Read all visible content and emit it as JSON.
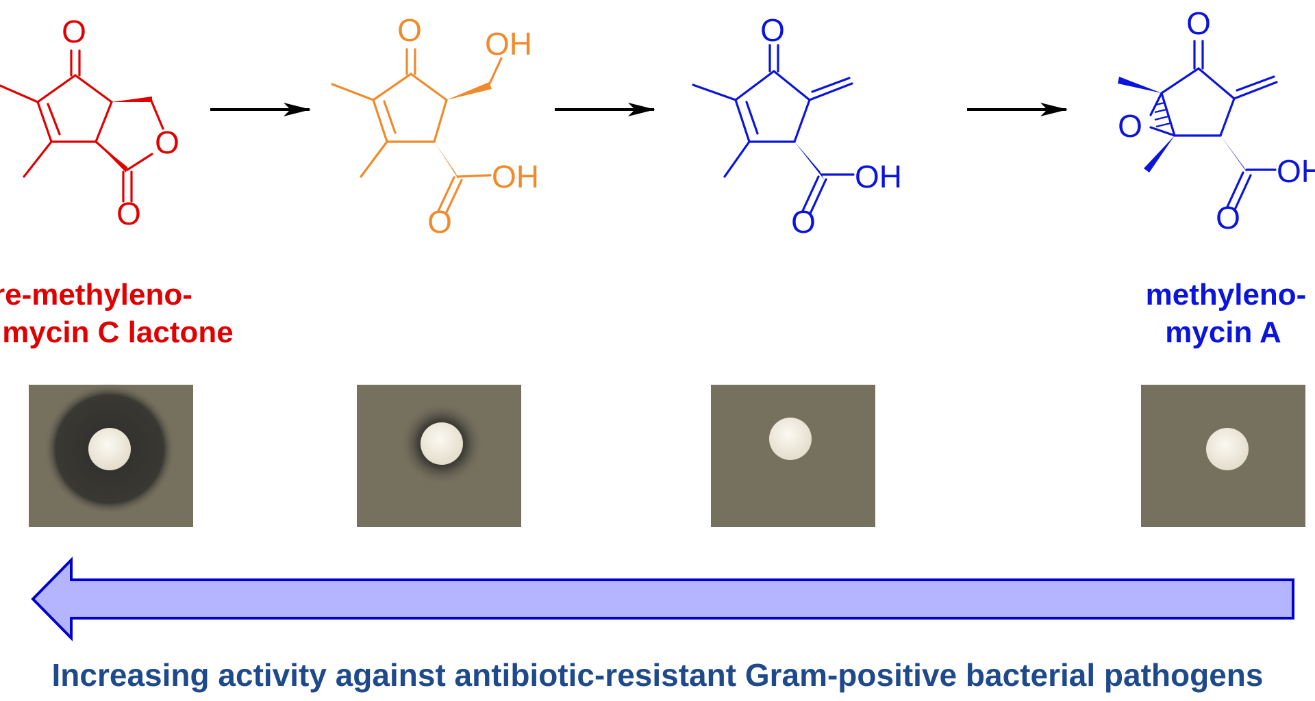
{
  "compounds": [
    {
      "color": "#e00000",
      "name_line1": "pre-methyleno-",
      "name_line2": "mycin C lactone",
      "atoms": {
        "ketone_o": "O",
        "ring_o": "O",
        "carbonyl_o": "O"
      },
      "inhibition_zone": "large"
    },
    {
      "color": "#f08a2a",
      "name_line1": "",
      "name_line2": "",
      "atoms": {
        "ketone_o": "O",
        "hydroxyl": "OH",
        "acid_oh": "OH",
        "acid_o": "O"
      },
      "inhibition_zone": "small"
    },
    {
      "color": "#0a14dc",
      "name_line1": "",
      "name_line2": "",
      "atoms": {
        "ketone_o": "O",
        "acid_oh": "OH",
        "acid_o": "O"
      },
      "inhibition_zone": "none"
    },
    {
      "color": "#0a14dc",
      "name_line1": "methyleno-",
      "name_line2": "mycin A",
      "atoms": {
        "ketone_o": "O",
        "epoxide_o": "O",
        "acid_oh": "OH",
        "acid_o": "O"
      },
      "inhibition_zone": "none"
    }
  ],
  "reaction_arrows": {
    "count": 3,
    "color": "#000000"
  },
  "activity_arrow": {
    "direction": "left",
    "fill": "#b4b4ff",
    "stroke": "#0000cc",
    "caption": "Increasing activity against antibiotic-resistant Gram-positive bacterial pathogens",
    "caption_color": "#1e4a8c"
  },
  "plate": {
    "agar": "#76715f",
    "disc": "#f4f1e6",
    "zone": "#2b2a28"
  }
}
